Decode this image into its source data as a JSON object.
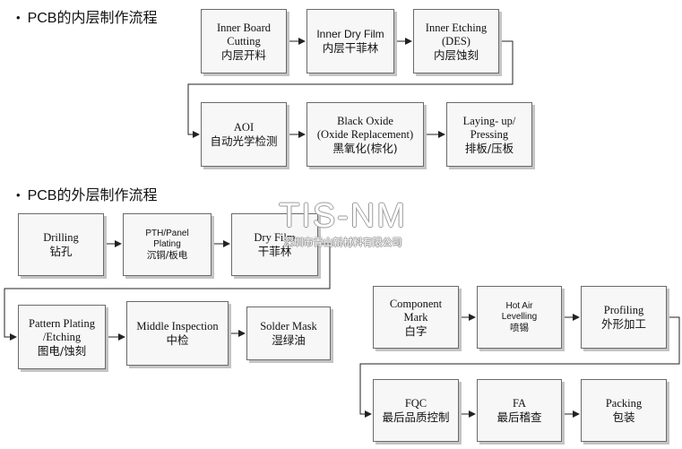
{
  "inner_layer": {
    "title": "PCB的内层制作流程",
    "steps": [
      {
        "en": "Inner  Board\nCutting",
        "zh": "内层开料"
      },
      {
        "en": "Inner Dry Film",
        "zh": "内层干菲林"
      },
      {
        "en": "Inner Etching\n(DES)",
        "zh": "内层蚀刻"
      },
      {
        "en": "AOI",
        "zh": "自动光学检测"
      },
      {
        "en": "Black Oxide\n(Oxide Replacement)",
        "zh": "黑氧化(棕化)"
      },
      {
        "en": "Laying- up/\nPressing",
        "zh": "排板/压板"
      }
    ]
  },
  "outer_layer": {
    "title": "PCB的外层制作流程",
    "steps": [
      {
        "en": "Drilling",
        "zh": "钻孔"
      },
      {
        "en": "PTH/Panel\nPlating",
        "zh": "沉铜/板电"
      },
      {
        "en": "Dry Film",
        "zh": "干菲林"
      },
      {
        "en": "Pattern Plating\n/Etching",
        "zh": "图电/蚀刻"
      },
      {
        "en": "Middle Inspection",
        "zh": "中检"
      },
      {
        "en": "Solder Mask",
        "zh": "湿绿油"
      },
      {
        "en": "Component\nMark",
        "zh": "白字"
      },
      {
        "en": "Hot Air\nLevelling",
        "zh": "喷锡"
      },
      {
        "en": "Profiling",
        "zh": "外形加工"
      },
      {
        "en": "FQC",
        "zh": "最后品质控制"
      },
      {
        "en": "FA",
        "zh": "最后稽查"
      },
      {
        "en": "Packing",
        "zh": "包装"
      }
    ]
  },
  "watermark": {
    "main": "TIS-NM",
    "sub": "深圳市青山新材料有限公司"
  }
}
